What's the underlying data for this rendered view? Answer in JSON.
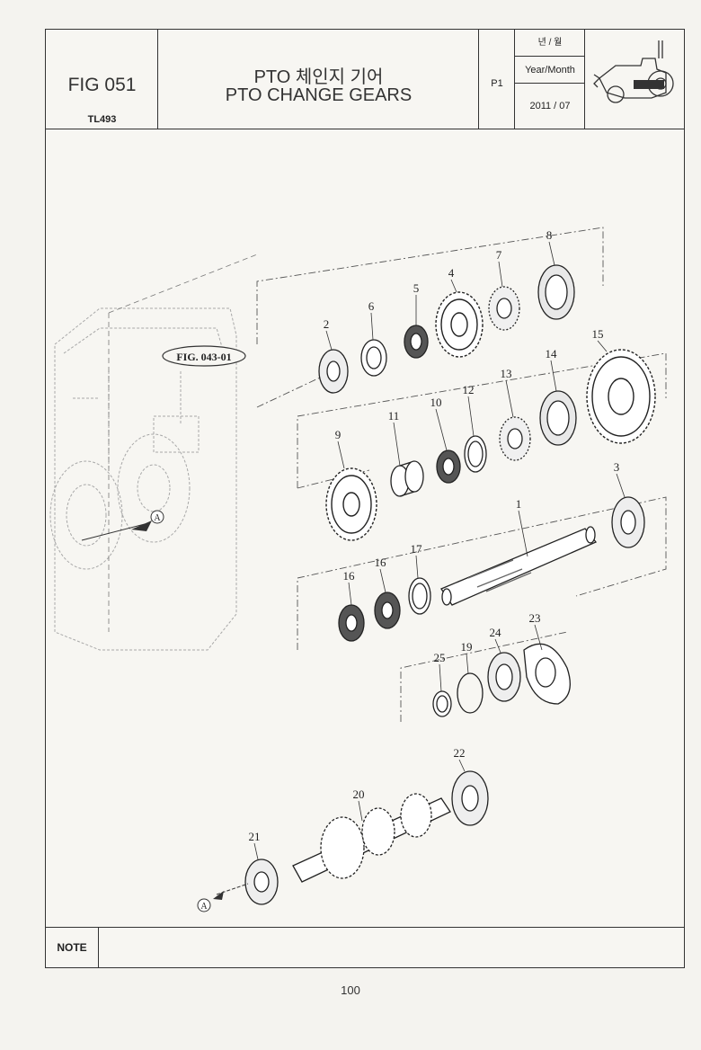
{
  "header": {
    "figure_no": "FIG 051",
    "model": "TL493",
    "title_korean": "PTO 체인지 기어",
    "title_english": "PTO CHANGE GEARS",
    "page_id": "P1",
    "year_month_korean": "년 / 월",
    "year_month_label": "Year/Month",
    "date": "2011 / 07"
  },
  "drawing": {
    "reference_label": "FIG. 043-01",
    "arrow_marker": "A",
    "part_callouts": [
      "1",
      "2",
      "3",
      "4",
      "5",
      "6",
      "7",
      "8",
      "9",
      "10",
      "11",
      "12",
      "13",
      "14",
      "15",
      "16",
      "16",
      "17",
      "19",
      "20",
      "21",
      "22",
      "23",
      "24",
      "25"
    ]
  },
  "note_label": "NOTE",
  "page_number": "100"
}
